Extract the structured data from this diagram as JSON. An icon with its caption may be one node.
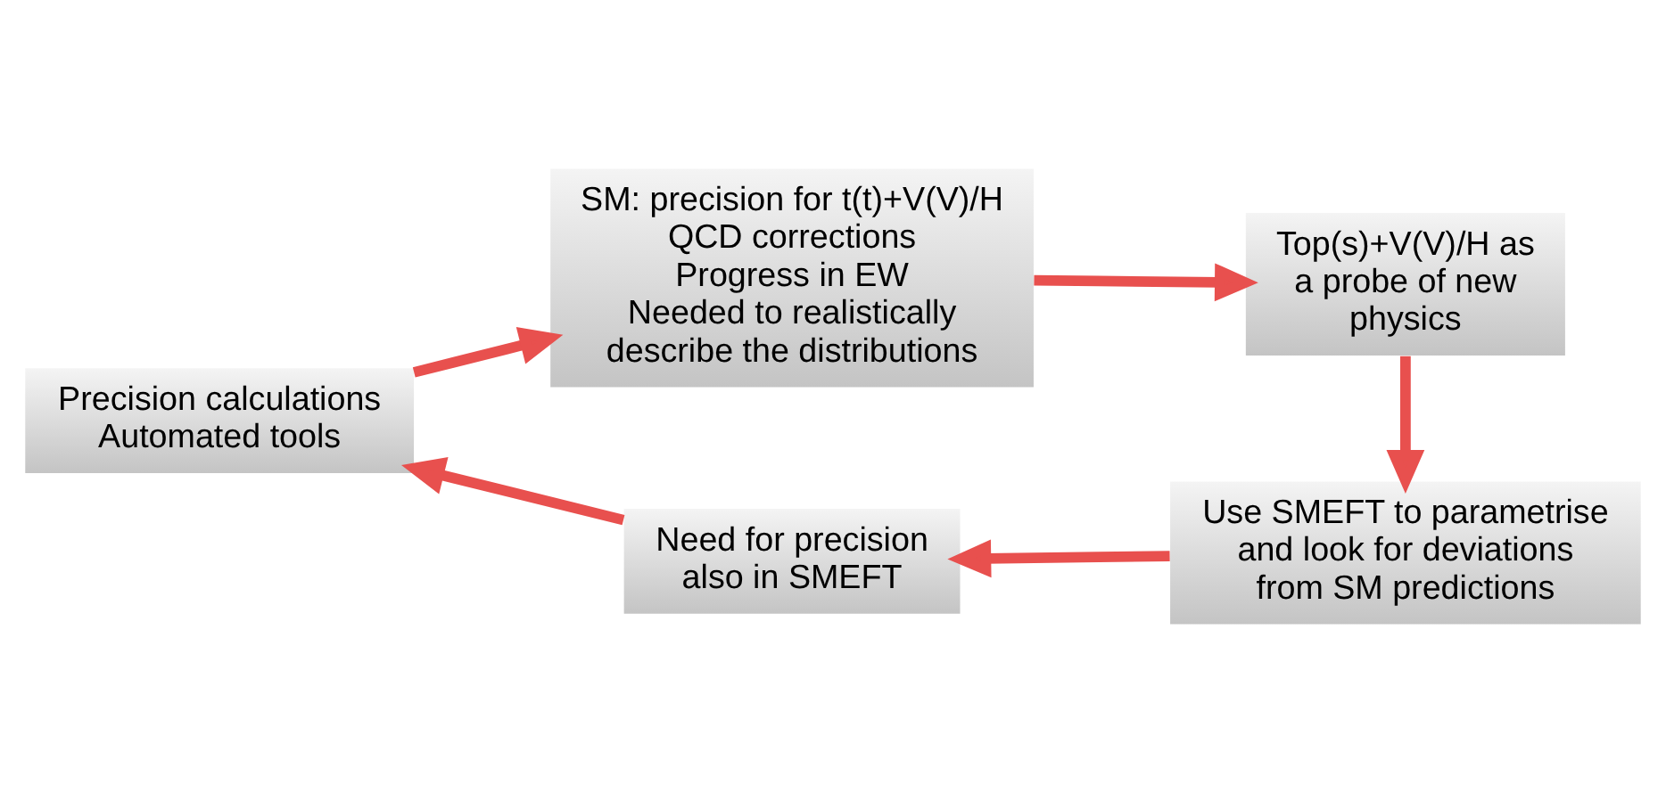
{
  "diagram": {
    "nodes": [
      {
        "text": [
          "Precision calculations Automated tools"
        ]
      },
      {
        "text": [
          "SM: precision for t(t)+V(V)/H",
          "QCD corrections",
          "Progress in EW",
          "Needed to realistically describe the distributions"
        ]
      },
      {
        "text": [
          "Top(s)+V(V)/H as a probe of new physics"
        ]
      },
      {
        "text": [
          "Use SMEFT to parametrise and look for deviations from SM predictions"
        ]
      },
      {
        "text": [
          "Need for precision also in SMEFT"
        ]
      }
    ],
    "edges": [
      {
        "from": 0,
        "to": 1,
        "arrow": "to"
      },
      {
        "from": 1,
        "to": 2,
        "arrow": "to"
      },
      {
        "from": 2,
        "to": 3,
        "arrow": "to"
      },
      {
        "from": 3,
        "to": 4,
        "arrow": "to"
      },
      {
        "from": 4,
        "to": 0,
        "arrow": "to"
      }
    ]
  }
}
